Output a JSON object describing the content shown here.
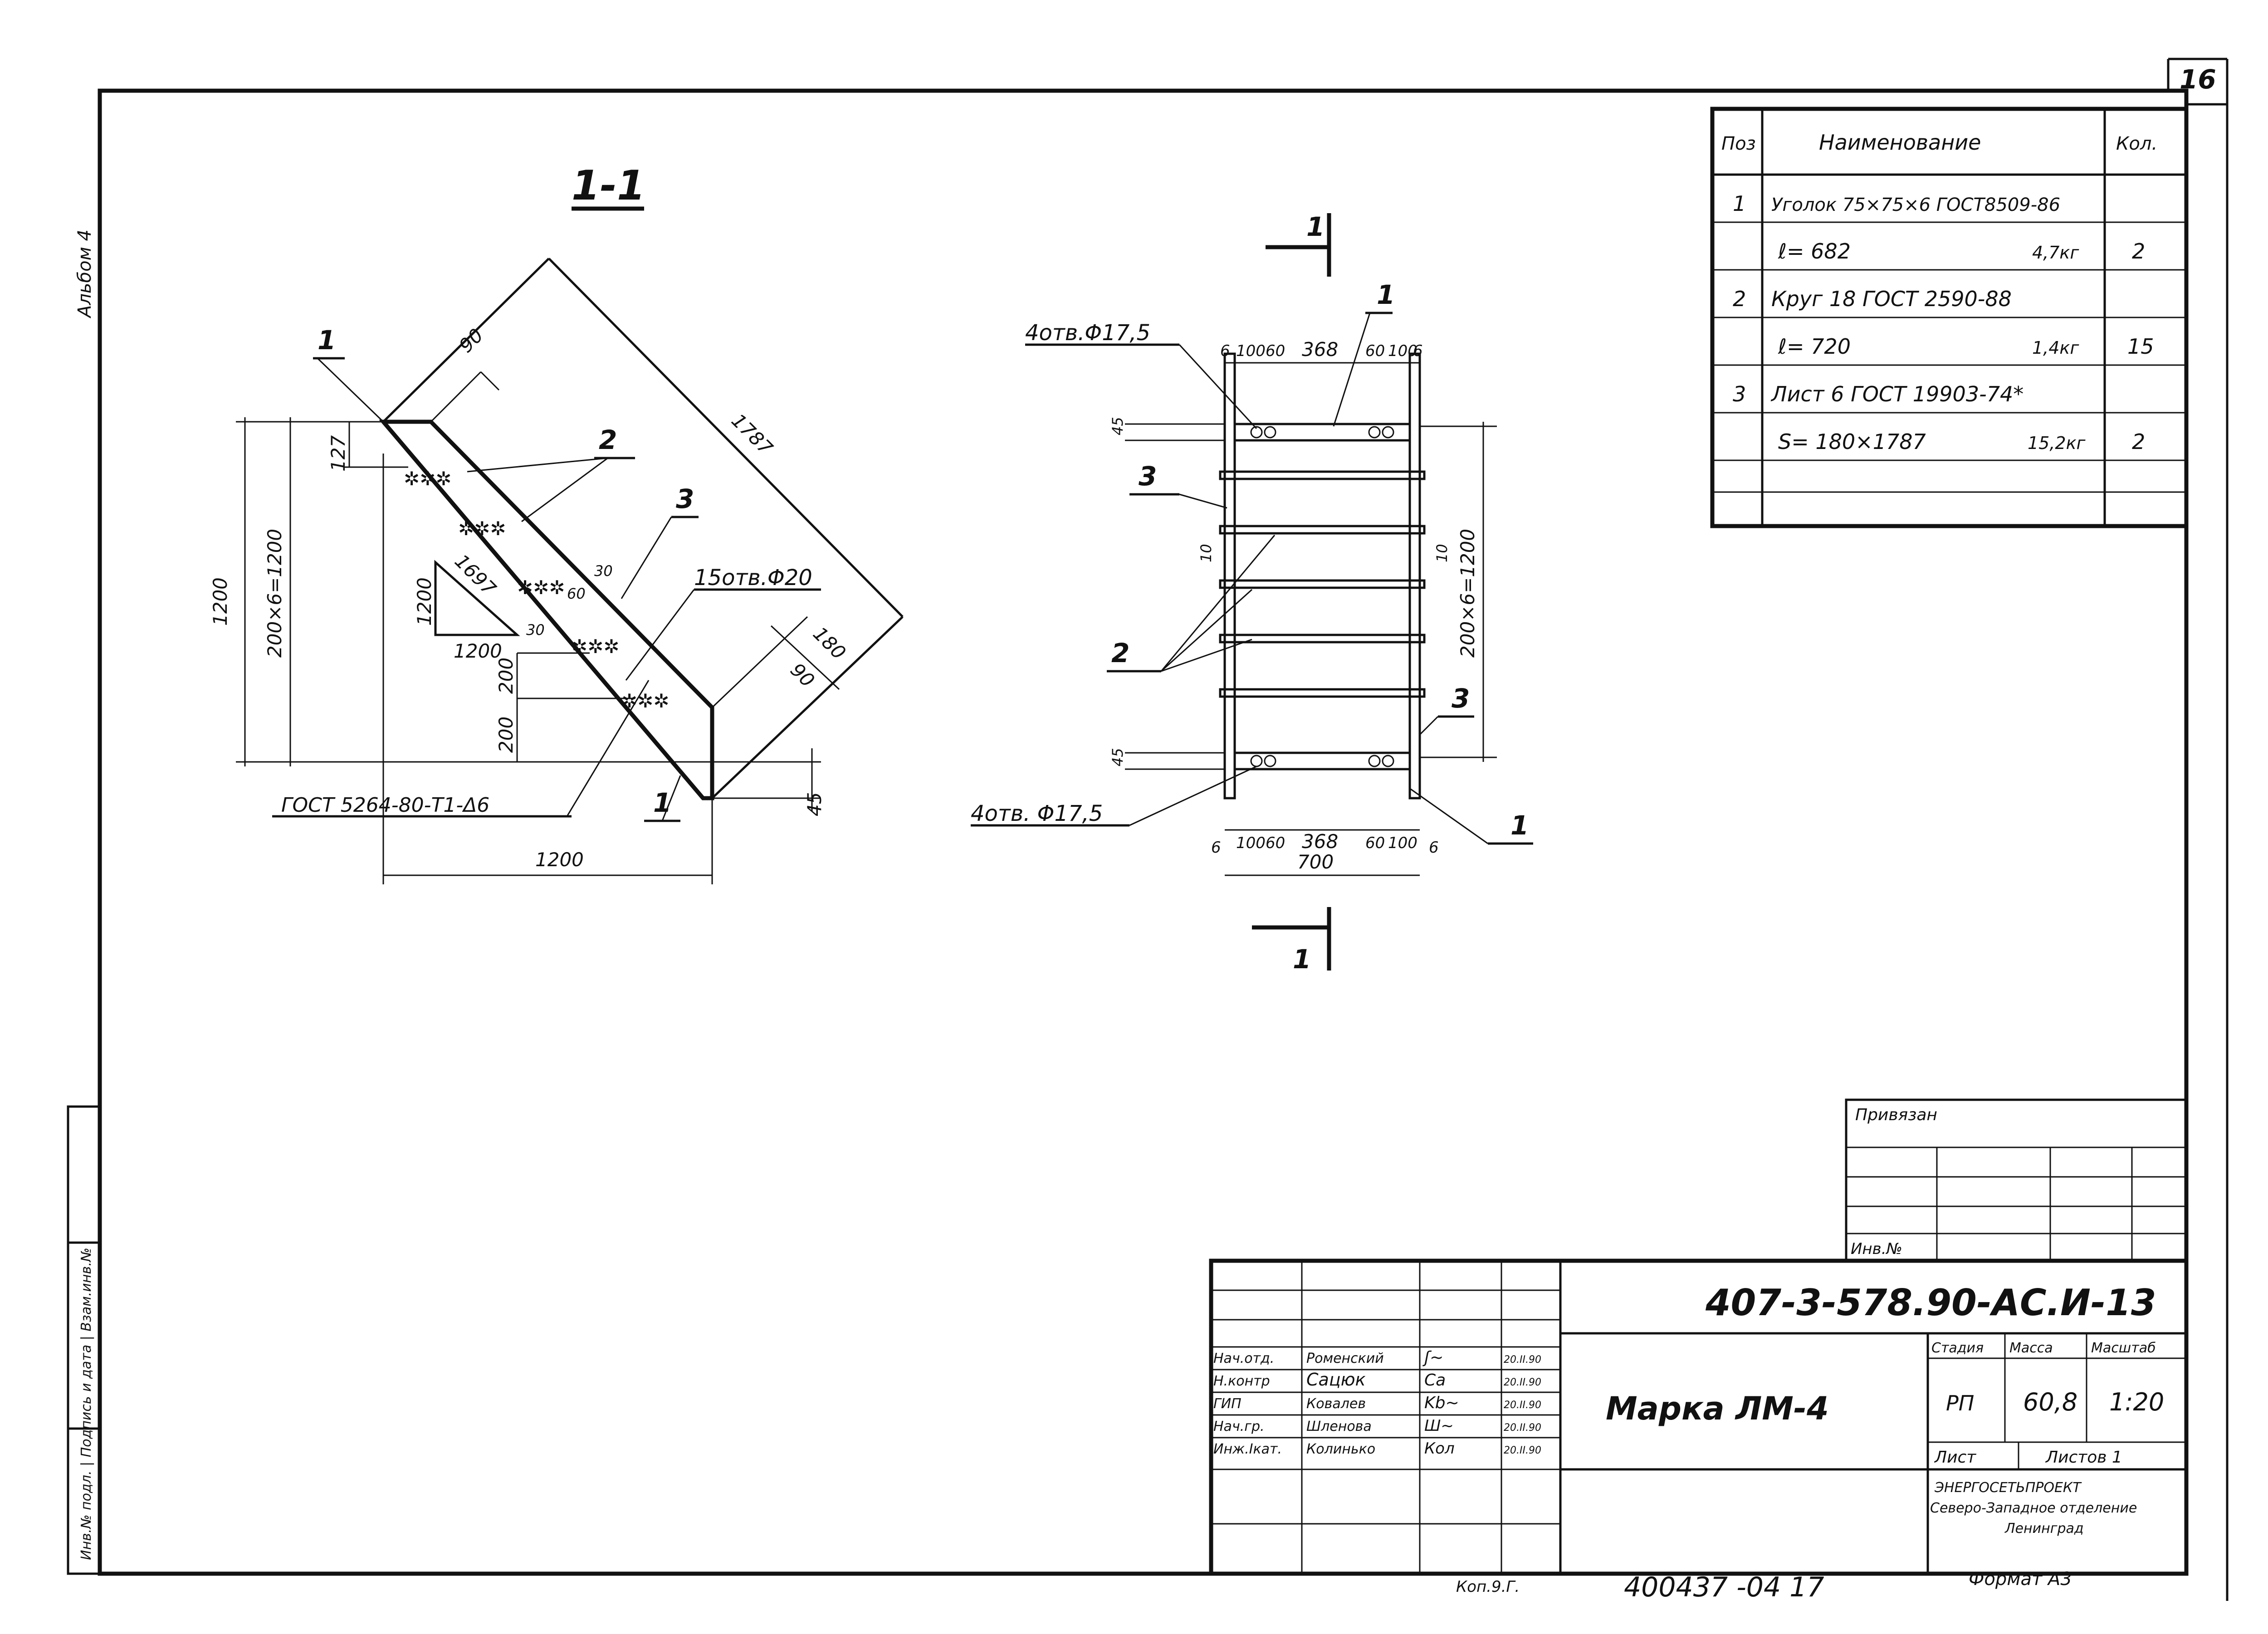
{
  "sheet_number": "16",
  "album_label": "Альбом 4",
  "left_strip_text": "Инв.№ подл. | Подпись и дата | Взам.инв.№",
  "section": {
    "title": "1-1",
    "dims": {
      "d90_top": "90",
      "d1787": "1787",
      "d127": "127",
      "d1200_left": "1200",
      "d200x6": "200×6=1200",
      "d1697": "1697",
      "d1200_tri_v": "1200",
      "d1200_tri_h": "1200",
      "d60": "60",
      "d30a": "30",
      "d30b": "30",
      "d200a": "200",
      "d200b": "200",
      "d180": "180",
      "d90_bot": "90",
      "d45": "45",
      "d1200_bottom": "1200"
    },
    "pos1_top": "1",
    "pos2": "2",
    "pos3": "3",
    "pos1_bottom": "1",
    "holes": "15отв.Φ20",
    "weld": "ГОСТ 5264-80-Т1-Δ6"
  },
  "front": {
    "cut_top": "1",
    "cut_bottom": "1",
    "pos1_top": "1",
    "pos3_left": "3",
    "pos2": "2",
    "pos3_right": "3",
    "pos1_right": "1",
    "holes_top": "4отв.Φ17,5",
    "holes_bottom": "4отв. Φ17,5",
    "dims_top": [
      "6",
      "100",
      "60",
      "368",
      "60",
      "100",
      "6"
    ],
    "dims_bottom": [
      "6",
      "100",
      "60",
      "368",
      "60",
      "100",
      "6"
    ],
    "d700": "700",
    "d45_top": "45",
    "d45_bottom": "45",
    "d10_left": "10",
    "d10_right": "10",
    "d200x6": "200×6=1200"
  },
  "spec_table": {
    "headers": [
      "Поз",
      "Наименование",
      "Кол."
    ],
    "rows": [
      {
        "pos": "1",
        "name": "Уголок 75×75×6 ГОСТ8509-86",
        "qty": ""
      },
      {
        "pos": "",
        "name": "ℓ= 682",
        "mass": "4,7кг",
        "qty": "2"
      },
      {
        "pos": "2",
        "name": "Круг 18 ГОСТ 2590-88",
        "qty": ""
      },
      {
        "pos": "",
        "name": "ℓ= 720",
        "mass": "1,4кг",
        "qty": "15"
      },
      {
        "pos": "3",
        "name": "Лист 6 ГОСТ 19903-74*",
        "qty": ""
      },
      {
        "pos": "",
        "name": "S= 180×1787",
        "mass": "15,2кг",
        "qty": "2"
      }
    ]
  },
  "privyazan": {
    "title": "Привязан",
    "inv": "Инв.№"
  },
  "title_block": {
    "code": "407-3-578.90-АС.И-13",
    "mark": "Марка ЛМ-4",
    "staff": [
      {
        "role": "Нач.отд.",
        "name": "Роменский",
        "date": "20.II.90"
      },
      {
        "role": "Н.контр",
        "name": "Сацюк",
        "date": "20.II.90"
      },
      {
        "role": "ГИП",
        "name": "Ковалев",
        "date": "20.II.90"
      },
      {
        "role": "Нач.гр.",
        "name": "Шленова",
        "date": "20.II.90"
      },
      {
        "role": "Инж.Iкат.",
        "name": "Колинько",
        "date": "20.II.90"
      }
    ],
    "stage_label": "Стадия",
    "mass_label": "Масса",
    "scale_label": "Масштаб",
    "stage": "РП",
    "mass": "60,8",
    "scale": "1:20",
    "sheet_label": "Лист",
    "sheets_label": "Листов 1",
    "org_line1": "ЭНЕРГОСЕТЬПРОЕКТ",
    "org_line2": "Северо-Западное отделение",
    "org_line3": "Ленинград"
  },
  "footer": {
    "kop": "Коп.9.Г.",
    "archive": "400437 -04 17",
    "format": "Формат А3"
  }
}
